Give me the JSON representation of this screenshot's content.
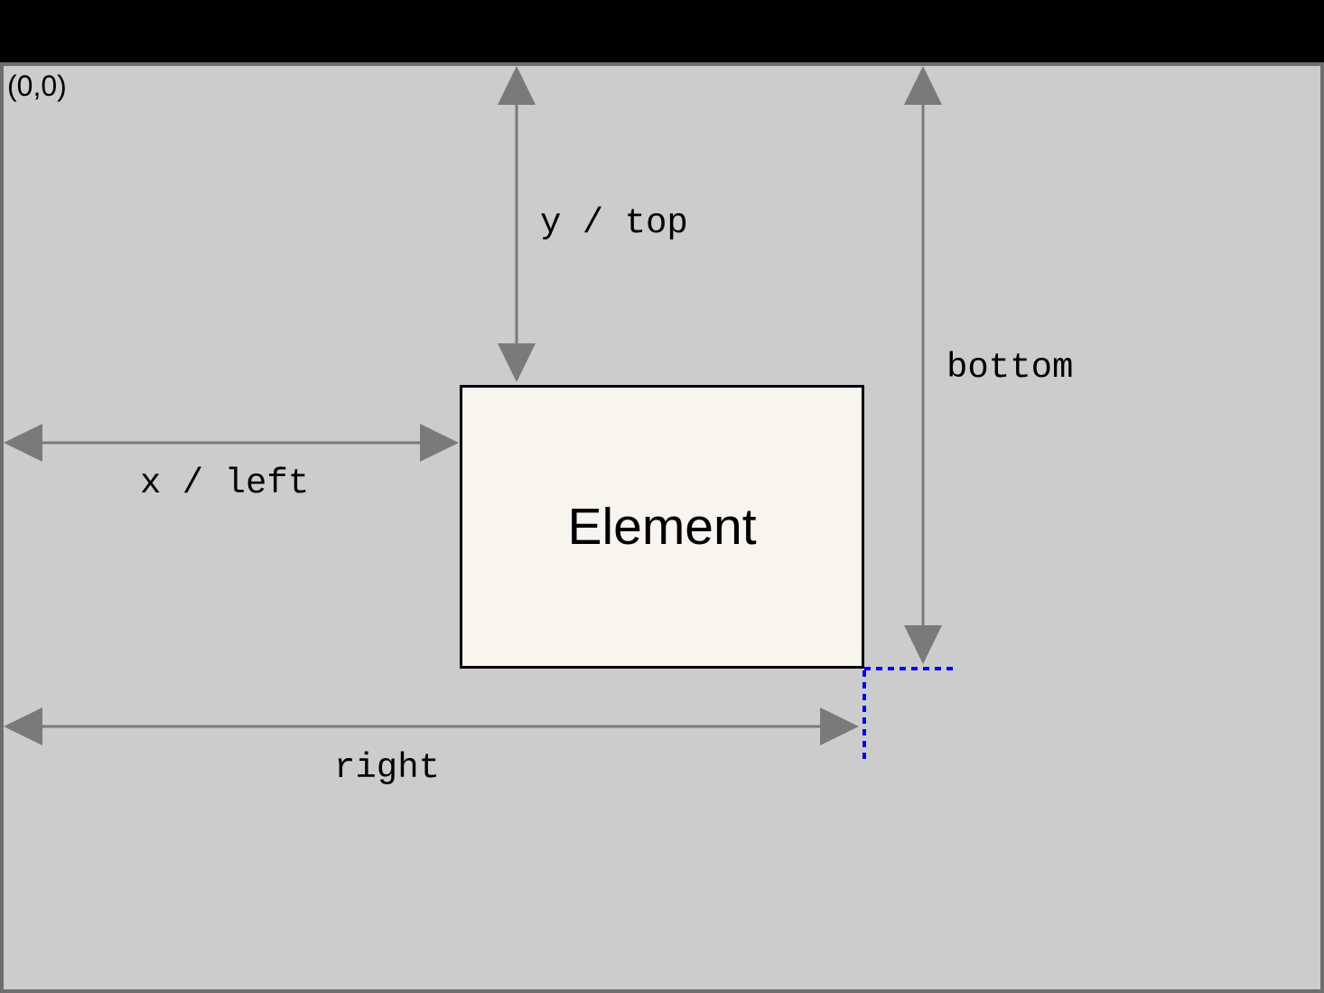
{
  "diagram": {
    "origin_label": "(0,0)",
    "element_label": "Element",
    "measures": {
      "y_top": "y / top",
      "x_left": "x / left",
      "bottom": "bottom",
      "right": "right"
    },
    "colors": {
      "top_bar": "#000000",
      "canvas_background": "#cccccc",
      "frame_border": "#6e6e6e",
      "arrow_gray": "#7a7a7a",
      "element_fill": "#f8f4ee",
      "element_border": "#000000",
      "guide_blue": "#0000f5",
      "label_text": "#000000"
    }
  }
}
